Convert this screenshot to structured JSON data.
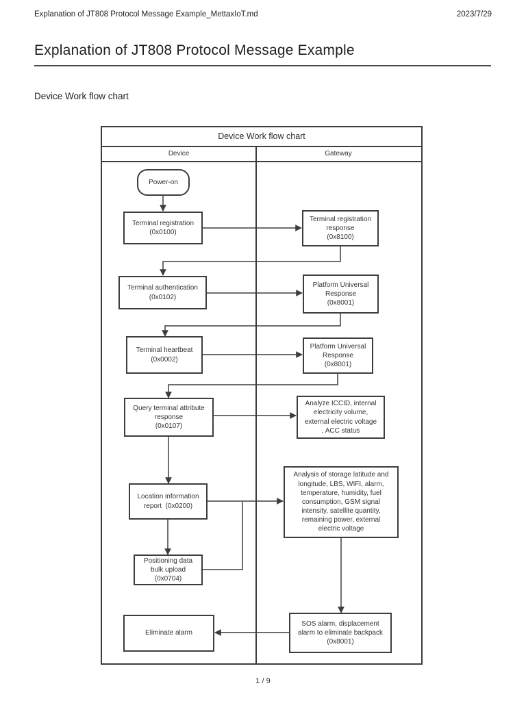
{
  "header": {
    "filename": "Explanation of JT808 Protocol Message Example_MettaxIoT.md",
    "date": "2023/7/29"
  },
  "document": {
    "title": "Explanation of JT808 Protocol Message Example",
    "section_heading": "Device Work flow chart"
  },
  "flowchart": {
    "title": "Device Work flow chart",
    "columns": {
      "device": "Device",
      "gateway": "Gateway"
    },
    "nodes": {
      "power_on": "Power-on",
      "terminal_registration": "Terminal registration\n(0x0100)",
      "registration_response": "Terminal registration\nresponse\n(0x8100)",
      "terminal_authentication": "Terminal authentication\n(0x0102)",
      "platform_response_1": "Platform Universal\nResponse\n(0x8001)",
      "terminal_heartbeat": "Terminal heartbeat\n(0x0002)",
      "platform_response_2": "Platform Universal\nResponse\n(0x8001)",
      "query_terminal_attribute": "Query terminal attribute\nresponse\n(0x0107)",
      "analyze_iccid": "Analyze ICCID, internal\nelectricity volume,\nexternal electric voltage\n, ACC status",
      "location_report": "Location information\nreport  (0x0200)",
      "analysis_storage": "Analysis of storage latitude and\nlongitude, LBS, WIFI, alarm,\ntemperature, humidity, fuel\nconsumption, GSM signal\nintensity, satellite quantity,\nremaining power, external\nelectric voltage",
      "positioning_upload": "Positioning data\nbulk upload\n(0x0704)",
      "sos_alarm": "SOS alarm, displacement\nalarm to eliminate backpack\n(0x8001)",
      "eliminate_alarm": "Eliminate alarm"
    }
  },
  "footer": {
    "page_indicator": "1 / 9"
  },
  "colors": {
    "line": "#3d3d3d",
    "text": "#2b2b2b",
    "background": "#ffffff"
  }
}
